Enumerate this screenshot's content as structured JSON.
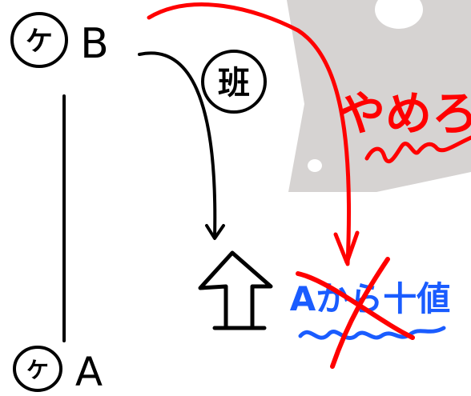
{
  "nodes": {
    "top": {
      "circled_label": "ケ",
      "label": "B"
    },
    "bottom": {
      "circled_label": "ケ",
      "label": "A"
    },
    "middle_badge": "班",
    "red_note": "やめろ",
    "crossed_out_text": "Aから十値"
  },
  "colors": {
    "ink": "#000000",
    "red": "#ff0000",
    "blue": "#1a5cff",
    "background_shape": "#d6d3d2"
  },
  "icons": {
    "house": "house-outline-icon"
  }
}
